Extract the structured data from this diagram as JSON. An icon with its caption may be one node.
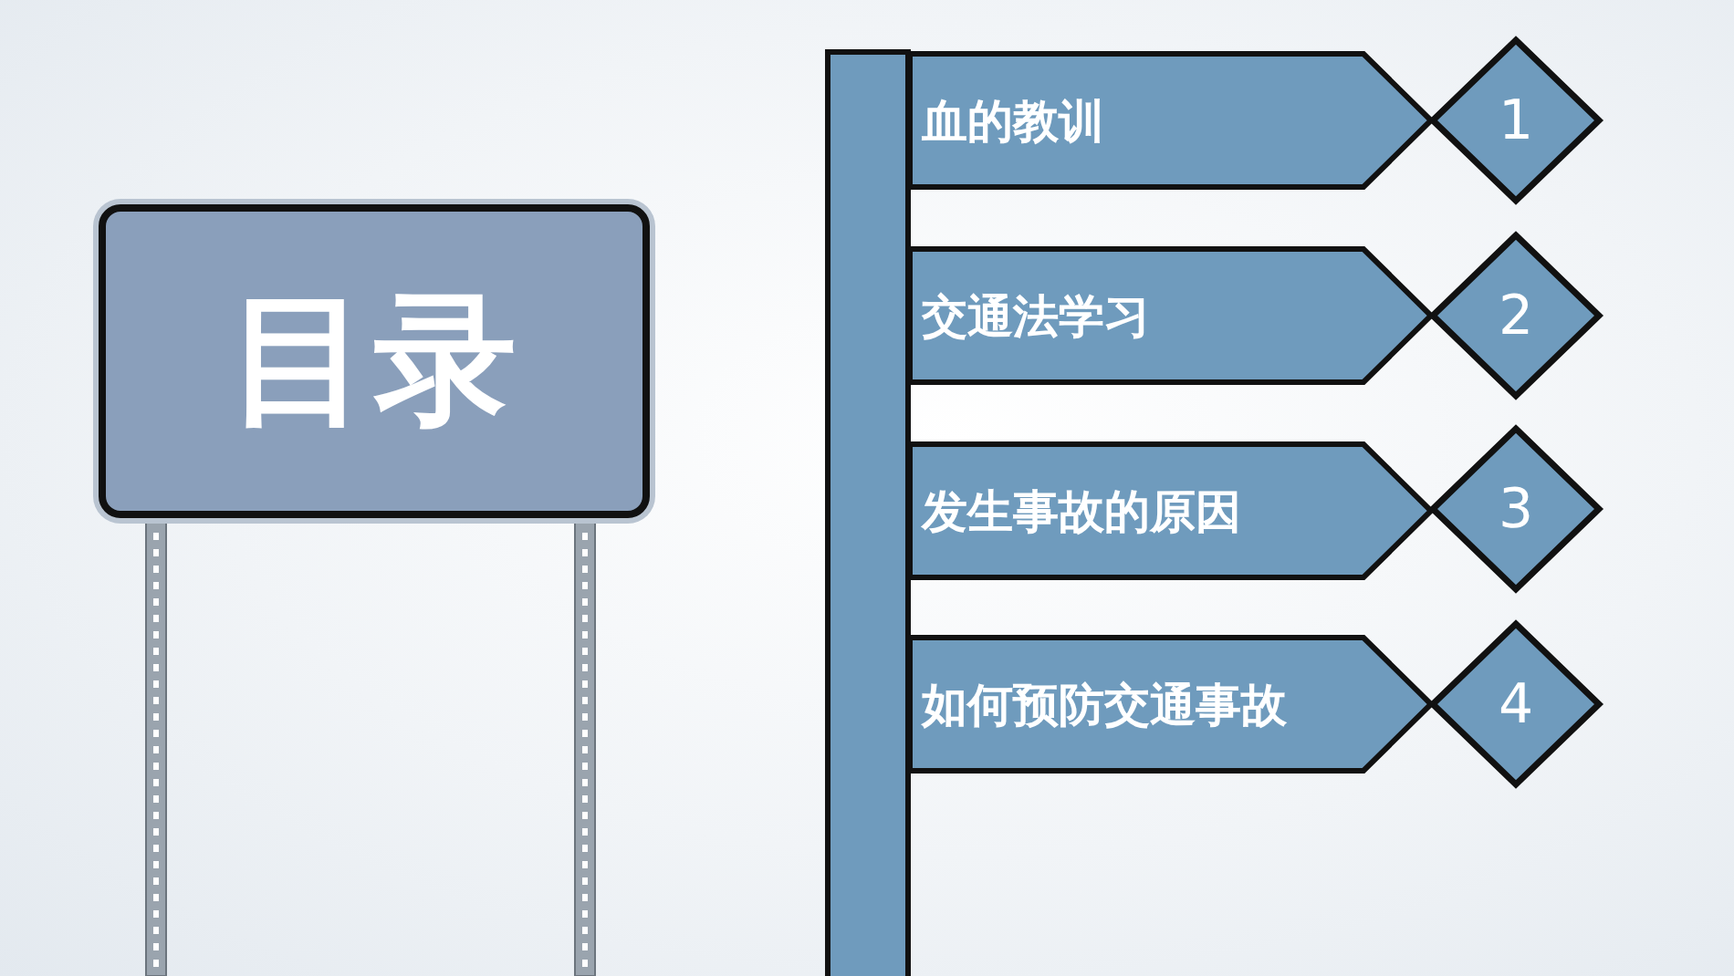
{
  "diagram": {
    "nodes": [
      {
        "text": [
          "目录"
        ]
      },
      {
        "text": [],
        "shape": "bar"
      },
      {
        "text": [
          "血的教训"
        ]
      },
      {
        "text": [
          "1"
        ]
      },
      {
        "text": [
          "交通法学习"
        ]
      },
      {
        "text": [
          "2"
        ]
      },
      {
        "text": [
          "发生事故的原因"
        ]
      },
      {
        "text": [
          "3"
        ]
      },
      {
        "text": [
          "如何预防交通事故"
        ]
      },
      {
        "text": [
          "4"
        ]
      }
    ]
  }
}
